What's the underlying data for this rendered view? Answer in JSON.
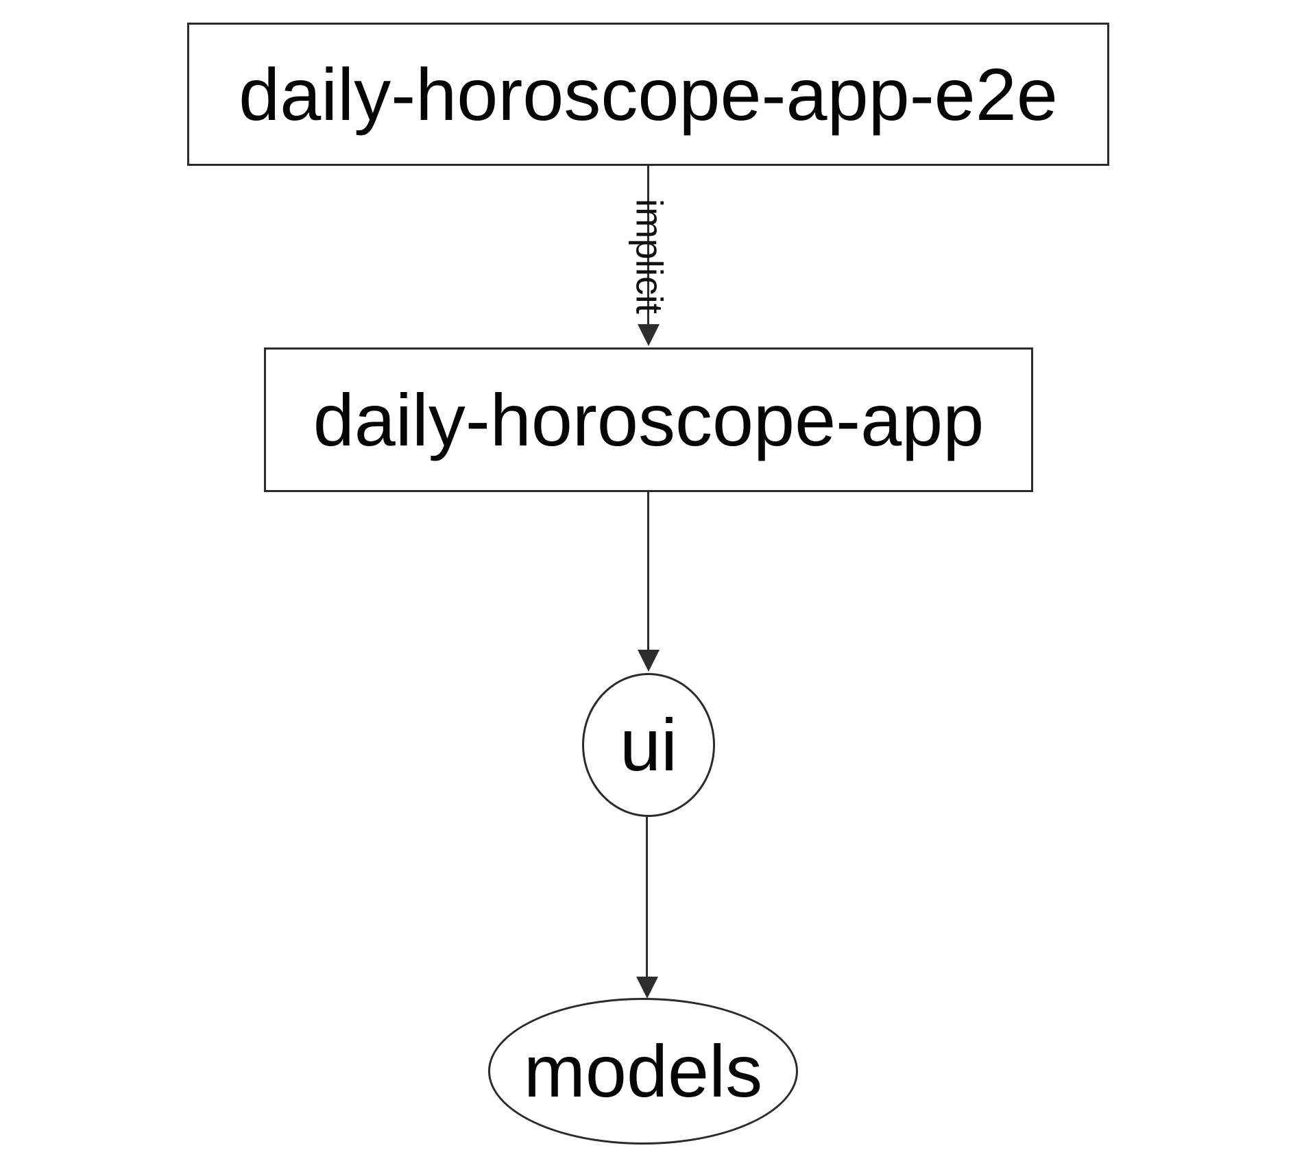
{
  "diagram": {
    "type": "dependency-graph",
    "nodes": {
      "e2e": {
        "label": "daily-horoscope-app-e2e",
        "shape": "rectangle"
      },
      "app": {
        "label": "daily-horoscope-app",
        "shape": "rectangle"
      },
      "ui": {
        "label": "ui",
        "shape": "ellipse"
      },
      "models": {
        "label": "models",
        "shape": "ellipse"
      }
    },
    "edges": [
      {
        "from": "daily-horoscope-app-e2e",
        "to": "daily-horoscope-app",
        "label": "implicit",
        "label_rotation_deg": 90
      },
      {
        "from": "daily-horoscope-app",
        "to": "ui",
        "label": ""
      },
      {
        "from": "ui",
        "to": "models",
        "label": ""
      }
    ],
    "colors": {
      "background": "#ffffff",
      "node_fill": "#ffffff",
      "stroke": "#2b2b2b",
      "edge_stroke": "#2d2d2d",
      "text": "#050505"
    }
  }
}
